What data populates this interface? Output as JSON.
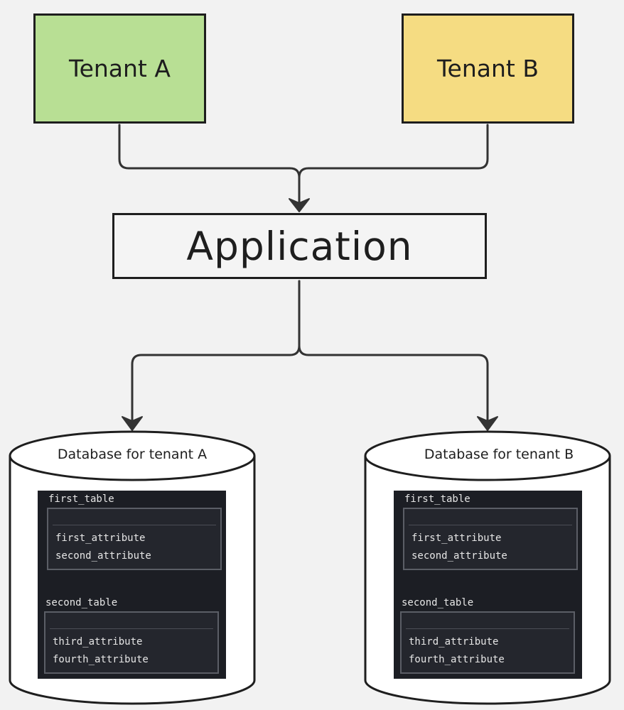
{
  "tenant_a": {
    "label": "Tenant A"
  },
  "tenant_b": {
    "label": "Tenant B"
  },
  "application": {
    "label": "Application"
  },
  "databases": [
    {
      "label": "Database for tenant A",
      "tables": [
        {
          "name": "first_table",
          "attributes": [
            "first_attribute",
            "second_attribute"
          ]
        },
        {
          "name": "second_table",
          "attributes": [
            "third_attribute",
            "fourth_attribute"
          ]
        }
      ]
    },
    {
      "label": "Database for tenant B",
      "tables": [
        {
          "name": "first_table",
          "attributes": [
            "first_attribute",
            "second_attribute"
          ]
        },
        {
          "name": "second_table",
          "attributes": [
            "third_attribute",
            "fourth_attribute"
          ]
        }
      ]
    }
  ],
  "colors": {
    "tenant_a_fill": "#b8df94",
    "tenant_b_fill": "#f5dc82",
    "stroke": "#1e1e1e",
    "schema_bg": "#1c1e24"
  }
}
